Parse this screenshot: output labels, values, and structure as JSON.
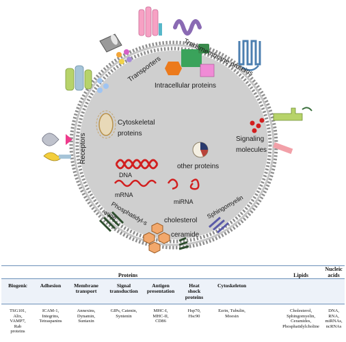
{
  "diagram": {
    "labels": {
      "transporters": "Transporters",
      "transmembrane": "Transmembrane proteins",
      "intracellular": "Intracellular proteins",
      "receptors": "Receptors",
      "cytoskeletal_1": "Cytoskeletal",
      "cytoskeletal_2": "proteins",
      "dna": "DNA",
      "mrna": "mRNA",
      "other": "other proteins",
      "mirna": "miRNA",
      "signaling_1": "Signaling",
      "signaling_2": "molecules",
      "phosphatidyl_1": "Phosphatidyl-s",
      "phosphatidyl_2": "erine",
      "cholesterol": "cholesterol",
      "ceramide": "ceramide",
      "sphingomyelin": "Sphingomyelin"
    },
    "colors": {
      "lumen": "#cfcfcf",
      "membrane": "#8e8e8e",
      "dna": "#d21f1f",
      "transporter": "#f7a1c4",
      "transmembrane_green": "#3aa35b",
      "intracellular_orange": "#ec7a1c",
      "receptor": "#b7d36a",
      "cholesterol": "#f2a86c",
      "sphingomyelin": "#5a5aa8",
      "phosphatidyl": "#2e4d2e"
    }
  },
  "table": {
    "group_headers": {
      "proteins": "Proteins",
      "lipids": "Lipids",
      "nucleic_1": "Nucleic",
      "nucleic_2": "acids"
    },
    "columns": [
      {
        "header": [
          "Biogenic"
        ],
        "cell": [
          "TSG101,",
          "Alix,",
          "VAMP7,",
          "Rab",
          "proteins"
        ]
      },
      {
        "header": [
          "Adhesion"
        ],
        "cell": [
          "ICAM-1,",
          "Integrins,",
          "Tetraspanins"
        ]
      },
      {
        "header": [
          "Membrane",
          "transport"
        ],
        "cell": [
          "Annexins,",
          "Dynamin,",
          "Suntaxin"
        ]
      },
      {
        "header": [
          "Signal",
          "transduction"
        ],
        "cell": [
          "GIPs, Catenin,",
          "Syntenin"
        ]
      },
      {
        "header": [
          "Antigen",
          "presentation"
        ],
        "cell": [
          "MHC-I,",
          "MHC-II,",
          "CD86"
        ]
      },
      {
        "header": [
          "Heat",
          "shock",
          "proteins"
        ],
        "cell": [
          "Hsp70,",
          "Hsc90"
        ]
      },
      {
        "header": [
          "Cytoskeleton"
        ],
        "cell": [
          "Ezrin, Tubulin,",
          "Moesin"
        ]
      },
      {
        "header": [
          ""
        ],
        "cell": [
          ""
        ]
      },
      {
        "header": [
          ""
        ],
        "cell": [
          "Cholesterol,",
          "Sphingomyelin,",
          "Ceramides,",
          "Phosphatidylcholine"
        ]
      },
      {
        "header": [
          ""
        ],
        "cell": [
          "DNA,",
          "RNA,",
          "miRNAs,",
          "ncRNAs"
        ]
      }
    ]
  }
}
